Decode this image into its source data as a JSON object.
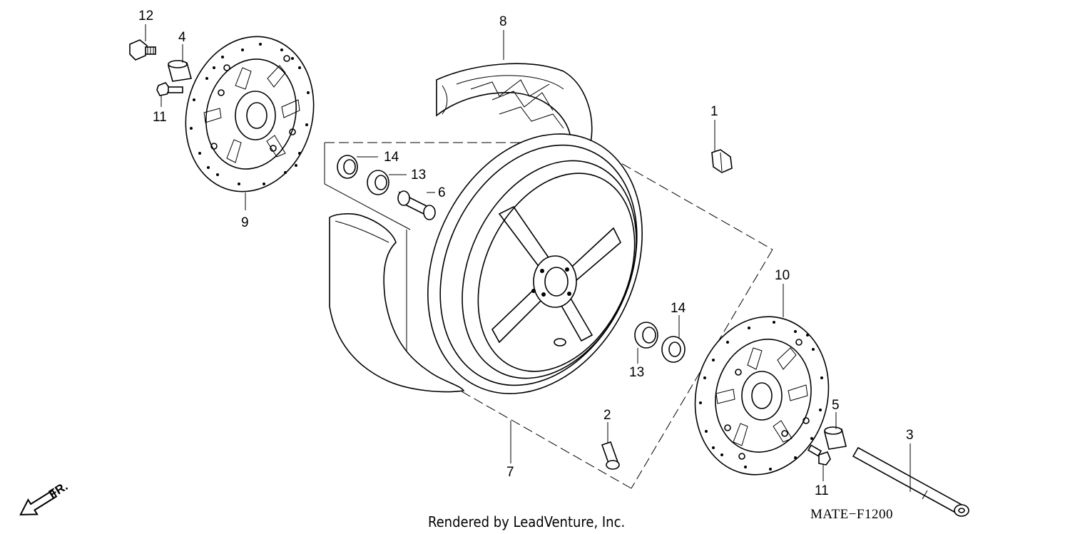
{
  "callouts": {
    "c1": "1",
    "c2": "2",
    "c3": "3",
    "c4": "4",
    "c5": "5",
    "c6": "6",
    "c7": "7",
    "c8": "8",
    "c9": "9",
    "c10": "10",
    "c11a": "11",
    "c11b": "11",
    "c12": "12",
    "c13a": "13",
    "c13b": "13",
    "c14a": "14",
    "c14b": "14"
  },
  "footer": {
    "credit": "Rendered by LeadVenture, Inc.",
    "diagram_code": "MATE−F1200"
  },
  "direction": {
    "label": "FR."
  },
  "icons": {
    "front_arrow": "arrow-icon"
  }
}
